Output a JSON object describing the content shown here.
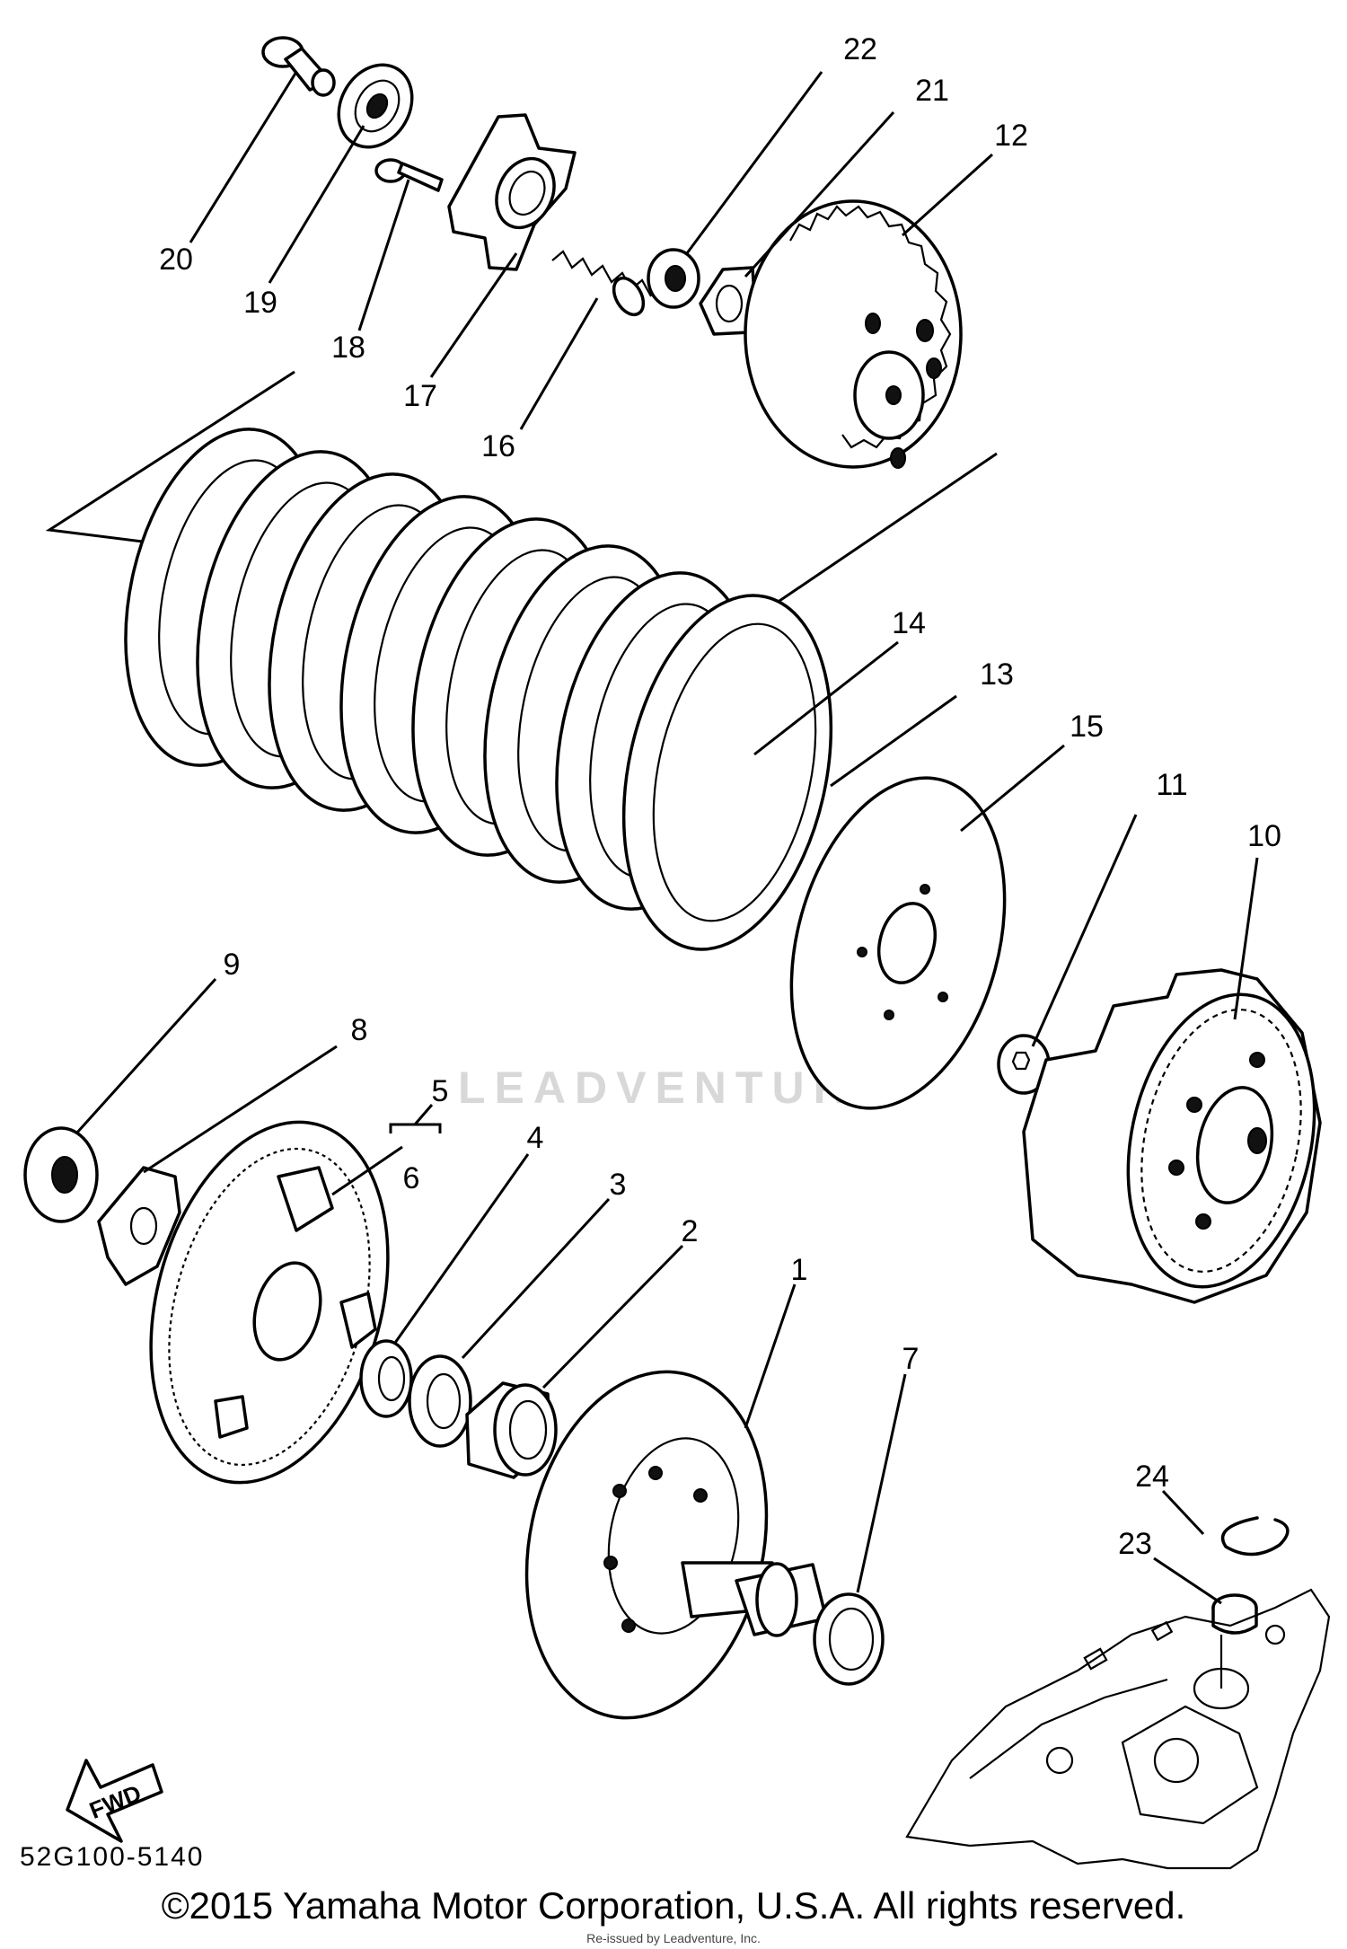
{
  "labels": {
    "p1": "1",
    "p2": "2",
    "p3": "3",
    "p4": "4",
    "p5": "5",
    "p6": "6",
    "p7": "7",
    "p8": "8",
    "p9": "9",
    "p10": "10",
    "p11": "11",
    "p12": "12",
    "p13": "13",
    "p14": "14",
    "p15": "15",
    "p16": "16",
    "p17": "17",
    "p18": "18",
    "p19": "19",
    "p20": "20",
    "p21": "21",
    "p22": "22",
    "p23": "23",
    "p24": "24"
  },
  "fwd_label": "FWD",
  "diagram_code": "52G100-5140",
  "copyright": "©2015 Yamaha Motor Corporation, U.S.A. All rights reserved.",
  "watermark": "LEADVENTURE",
  "reissue_note": "Re-issued by Leadventure, Inc."
}
